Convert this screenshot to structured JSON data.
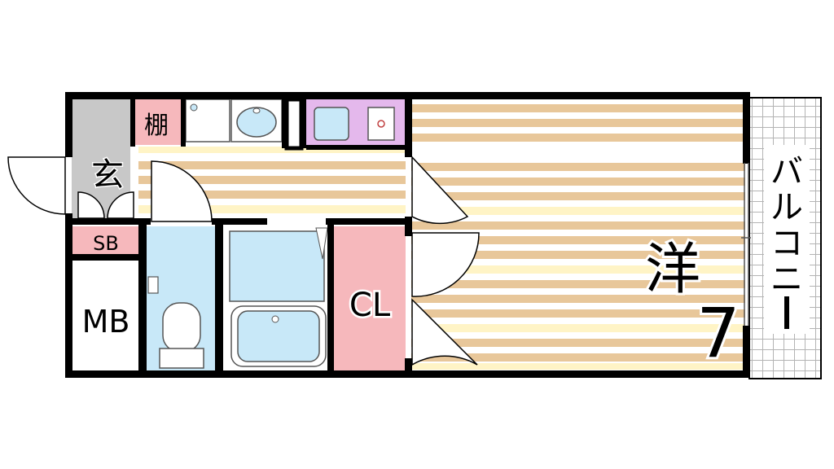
{
  "labels": {
    "genkan": "玄",
    "shelf": "棚",
    "shoe_box": "SB",
    "meter_box": "MB",
    "closet": "CL",
    "room_type": "洋",
    "room_size": "7",
    "balcony": [
      "バ",
      "ル",
      "コ",
      "ニ",
      "ー"
    ]
  },
  "colors": {
    "wall": "#000000",
    "floor_tan": "#e8c79a",
    "floor_cream": "#fff4c6",
    "floor_white": "#ffffff",
    "wet_area": "#c8e8f8",
    "closet": "#f6b8bc",
    "kitchen": "#e4b8ec",
    "genkan": "#c8c8c8",
    "balcony_grid": "#b8b8b8"
  }
}
